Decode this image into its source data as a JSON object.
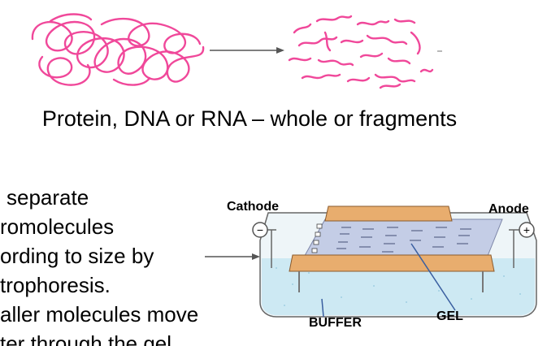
{
  "caption": "Protein, DNA or RNA – whole or fragments",
  "bullets": [
    "separate",
    "romolecules",
    "ording to size by",
    "trophoresis.",
    "aller molecules move",
    "ter through the gel"
  ],
  "diagram": {
    "cathode": "Cathode",
    "anode": "Anode",
    "cathode_sign": "−",
    "anode_sign": "+",
    "buffer": "BUFFER",
    "gel": "GEL"
  },
  "colors": {
    "strand": "#f0489a",
    "tray_wood": "#e8ad6e",
    "buffer": "#cde9f3",
    "gel_plate": "#c4cde6",
    "outline": "#555555"
  }
}
